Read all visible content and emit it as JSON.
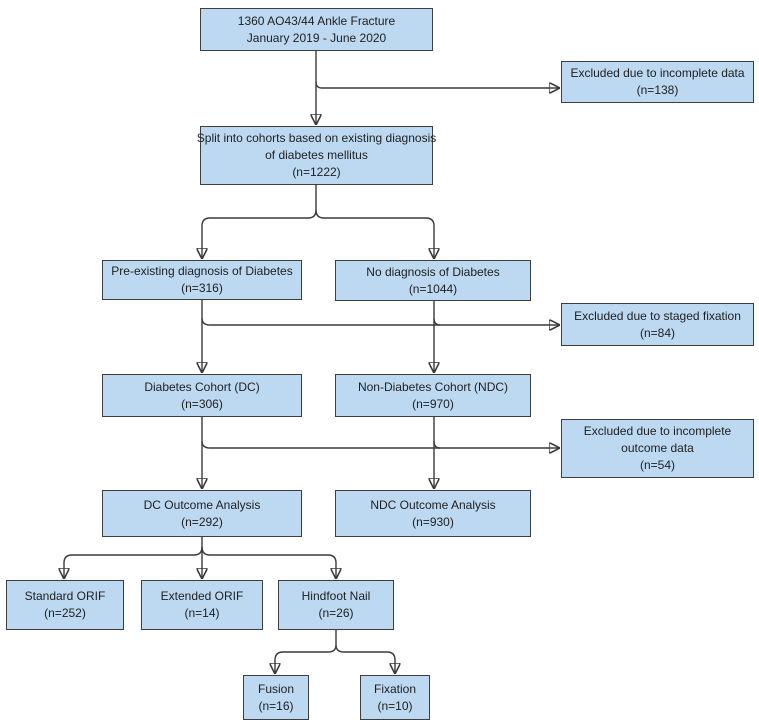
{
  "boxes": {
    "start": {
      "line1": "1360 AO43/44 Ankle Fracture",
      "line2": "January 2019 - June 2020"
    },
    "excluded_incomplete_data": {
      "line1": "Excluded due to incomplete data",
      "line2": "(n=138)"
    },
    "split": {
      "line1": "Split into cohorts based on existing diagnosis",
      "line2": "of diabetes mellitus",
      "line3": "(n=1222)"
    },
    "pre_existing_diabetes": {
      "line1": "Pre-existing diagnosis of Diabetes",
      "line2": "(n=316)"
    },
    "no_diabetes": {
      "line1": "No diagnosis of Diabetes",
      "line2": "(n=1044)"
    },
    "excluded_staged_fixation": {
      "line1": "Excluded due to staged fixation",
      "line2": "(n=84)"
    },
    "diabetes_cohort": {
      "line1": "Diabetes Cohort (DC)",
      "line2": "(n=306)"
    },
    "non_diabetes_cohort": {
      "line1": "Non-Diabetes Cohort (NDC)",
      "line2": "(n=970)"
    },
    "excluded_incomplete_outcome": {
      "line1": "Excluded due to incomplete",
      "line2": "outcome data",
      "line3": "(n=54)"
    },
    "dc_outcome": {
      "line1": "DC Outcome Analysis",
      "line2": "(n=292)"
    },
    "ndc_outcome": {
      "line1": "NDC Outcome Analysis",
      "line2": "(n=930)"
    },
    "standard_orif": {
      "line1": "Standard ORIF",
      "line2": "(n=252)"
    },
    "extended_orif": {
      "line1": "Extended ORIF",
      "line2": "(n=14)"
    },
    "hindfoot_nail": {
      "line1": "Hindfoot Nail",
      "line2": "(n=26)"
    },
    "fusion": {
      "line1": "Fusion",
      "line2": "(n=16)"
    },
    "fixation": {
      "line1": "Fixation",
      "line2": "(n=10)"
    }
  },
  "colors": {
    "box_fill": "#bcd9f1",
    "box_border": "#3e3e3e",
    "connector": "#3a3a3a"
  }
}
